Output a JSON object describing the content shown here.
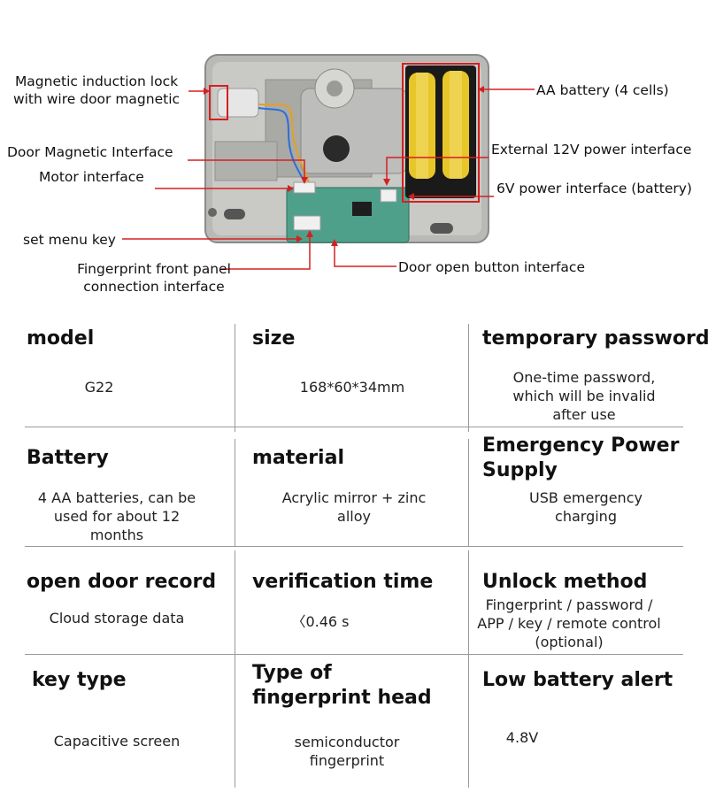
{
  "diagram": {
    "labels": {
      "magnetic_lock_line1": "Magnetic induction lock",
      "magnetic_lock_line2": "with wire door magnetic",
      "door_magnetic_interface": "Door Magnetic Interface",
      "motor_interface": "Motor interface",
      "set_menu_key": "set menu key",
      "fingerprint_panel_line1": "Fingerprint front panel",
      "fingerprint_panel_line2": "connection interface",
      "door_open_button": "Door open button interface",
      "aa_battery": "AA battery (4 cells)",
      "external_12v": "External 12V power interface",
      "six_v_power": "6V power interface (battery)"
    },
    "colors": {
      "pointer_red": "#d42020",
      "housing": "#b7b7b4",
      "board": "#4fa08a",
      "battery": "#e7c62a"
    }
  },
  "specs": [
    {
      "key": "model",
      "heading": "model",
      "value": "G22"
    },
    {
      "key": "size",
      "heading": "size",
      "value": "168*60*34mm"
    },
    {
      "key": "temporary_password",
      "heading": "temporary password",
      "value": "One-time password, which will be invalid after use"
    },
    {
      "key": "battery",
      "heading": "Battery",
      "value": "4 AA batteries, can be used for about 12 months"
    },
    {
      "key": "material",
      "heading": "material",
      "value": "Acrylic mirror + zinc alloy"
    },
    {
      "key": "emergency_power",
      "heading": "Emergency Power Supply",
      "value": "USB emergency charging"
    },
    {
      "key": "open_door_record",
      "heading": "open door record",
      "value": "Cloud storage data"
    },
    {
      "key": "verification_time",
      "heading": "verification time",
      "value": "〈0.46 s"
    },
    {
      "key": "unlock_method",
      "heading": "Unlock method",
      "value": "Fingerprint / password / APP / key / remote control (optional)"
    },
    {
      "key": "key_type",
      "heading": "key type",
      "value": "Capacitive screen"
    },
    {
      "key": "fingerprint_head",
      "heading": "Type of fingerprint head",
      "value": "semiconductor fingerprint"
    },
    {
      "key": "low_battery_alert",
      "heading": "Low battery alert",
      "value": "4.8V"
    }
  ]
}
